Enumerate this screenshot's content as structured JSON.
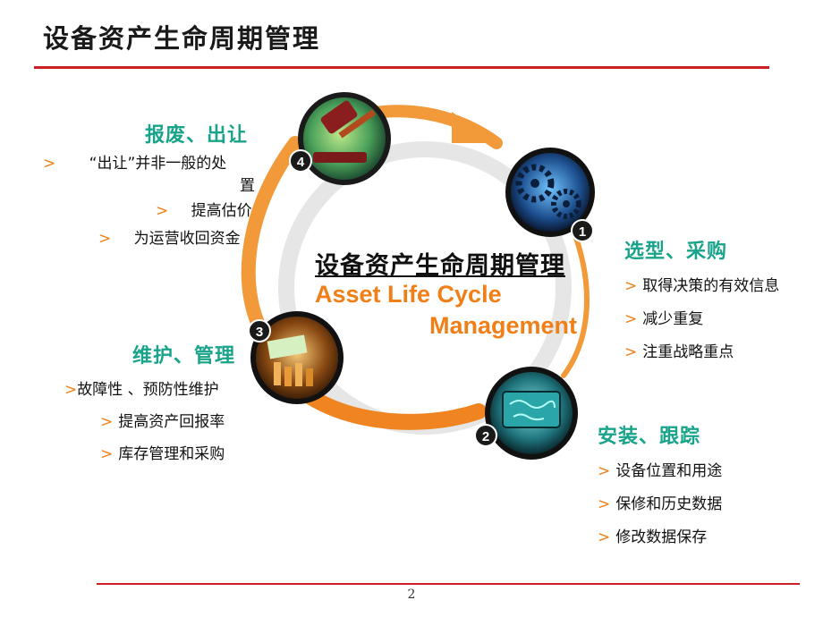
{
  "title": "设备资产生命周期管理",
  "page_number": "2",
  "center": {
    "title_cn": "设备资产生命周期管理",
    "title_en_line1": "Asset Life Cycle",
    "title_en_line2": "Management"
  },
  "stages": [
    {
      "number": "1",
      "heading": "选型、采购",
      "items": [
        "取得决策的有效信息",
        "减少重复",
        "注重战略重点"
      ]
    },
    {
      "number": "2",
      "heading": "安装、跟踪",
      "items": [
        "设备位置和用途",
        "保修和历史数据",
        "修改数据保存"
      ]
    },
    {
      "number": "3",
      "heading": "维护、管理",
      "items": [
        "故障性 、预防性维护",
        "提高资产回报率",
        "库存管理和采购"
      ]
    },
    {
      "number": "4",
      "heading": "报废、出让",
      "items": [
        "“出让”并非一般的处",
        "置",
        "提高估价",
        "为运营收回资金"
      ]
    }
  ],
  "bullet_char": ">",
  "colors": {
    "accent": "#f07f18",
    "heading": "#19a38a",
    "rule": "#cc1f24"
  },
  "icons": [
    "gavel-icon",
    "gears-icon",
    "globe-screen-icon",
    "books-icon"
  ]
}
